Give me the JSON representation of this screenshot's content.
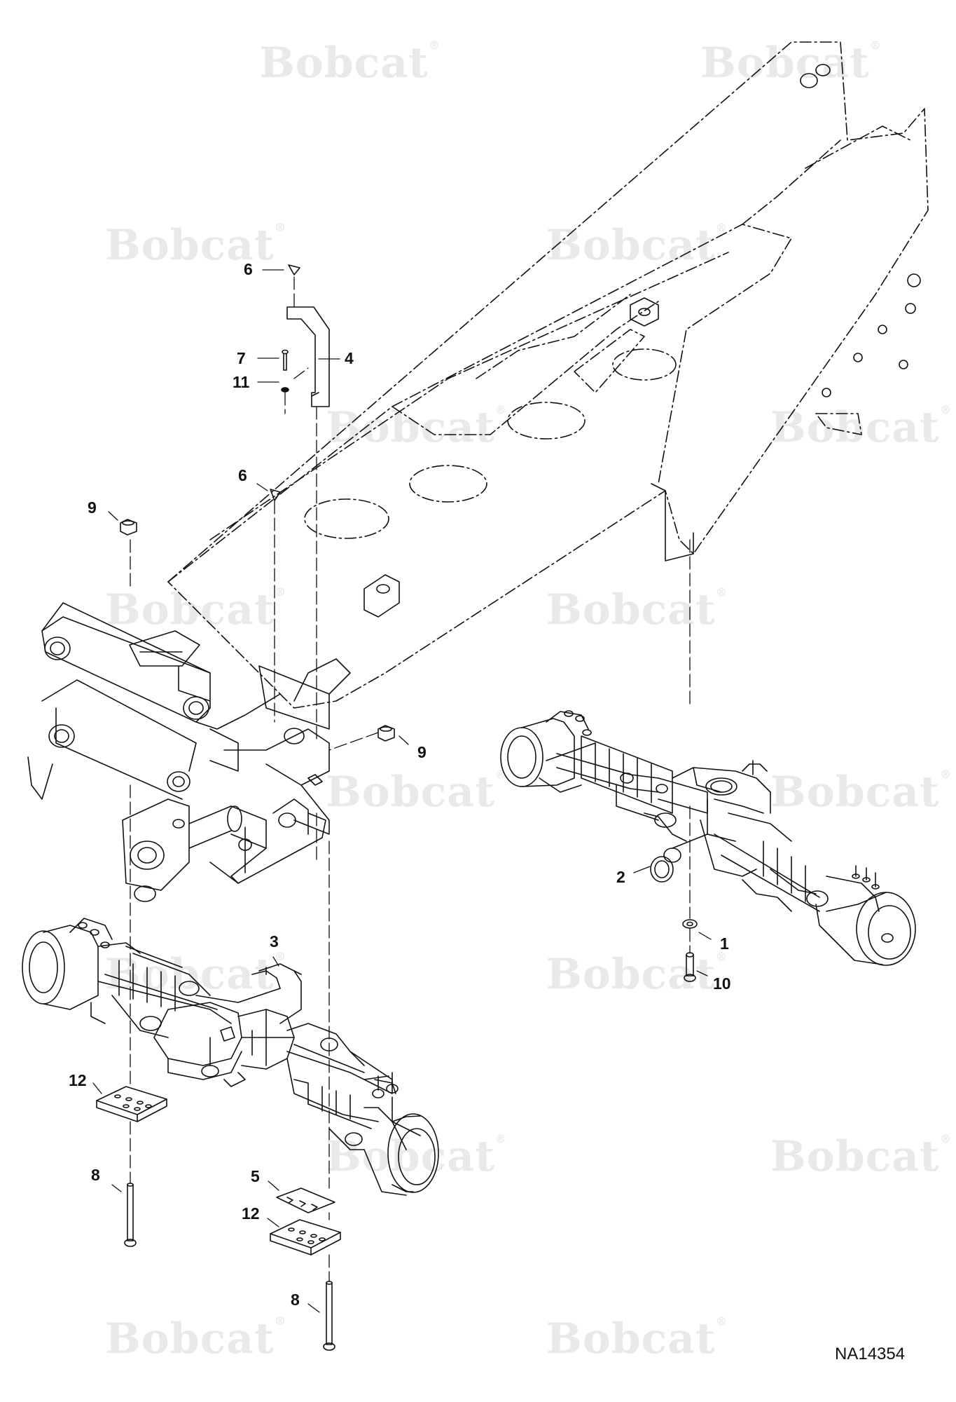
{
  "watermark": {
    "text": "Bobcat",
    "mark": "®"
  },
  "drawing_id": "NA14354",
  "callouts": {
    "c1": "1",
    "c2": "2",
    "c3": "3",
    "c4": "4",
    "c5": "5",
    "c6a": "6",
    "c6b": "6",
    "c7": "7",
    "c8a": "8",
    "c8b": "8",
    "c9a": "9",
    "c9b": "9",
    "c10": "10",
    "c11": "11",
    "c12a": "12",
    "c12b": "12"
  },
  "colors": {
    "line": "#111111",
    "watermark": "#e9e9e9"
  }
}
